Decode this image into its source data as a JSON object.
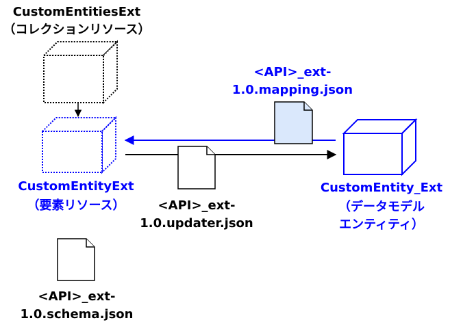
{
  "labels": {
    "collection_name": "CustomEntitiesExt",
    "collection_type": "（コレクションリソース）",
    "element_name": "CustomEntityExt",
    "element_type": "（要素リソース）",
    "model_name": "CustomEntity_Ext",
    "model_type_line1": "（データモデル",
    "model_type_line2": "エンティティ）",
    "mapping_line1": "<API>_ext-",
    "mapping_line2": "1.0.mapping.json",
    "updater_line1": "<API>_ext-",
    "updater_line2": "1.0.updater.json",
    "schema_line1": "<API>_ext-",
    "schema_line2": "1.0.schema.json"
  },
  "icons": {
    "collection_cube": "dotted-black-cube-icon",
    "element_cube": "dotted-blue-cube-icon",
    "model_cube": "solid-blue-cube-icon",
    "mapping_file": "blue-document-icon",
    "updater_file": "document-icon",
    "schema_file": "document-icon"
  },
  "colors": {
    "blue": "#0000ff",
    "black": "#000000",
    "mapping_fill": "#dae8fc"
  }
}
